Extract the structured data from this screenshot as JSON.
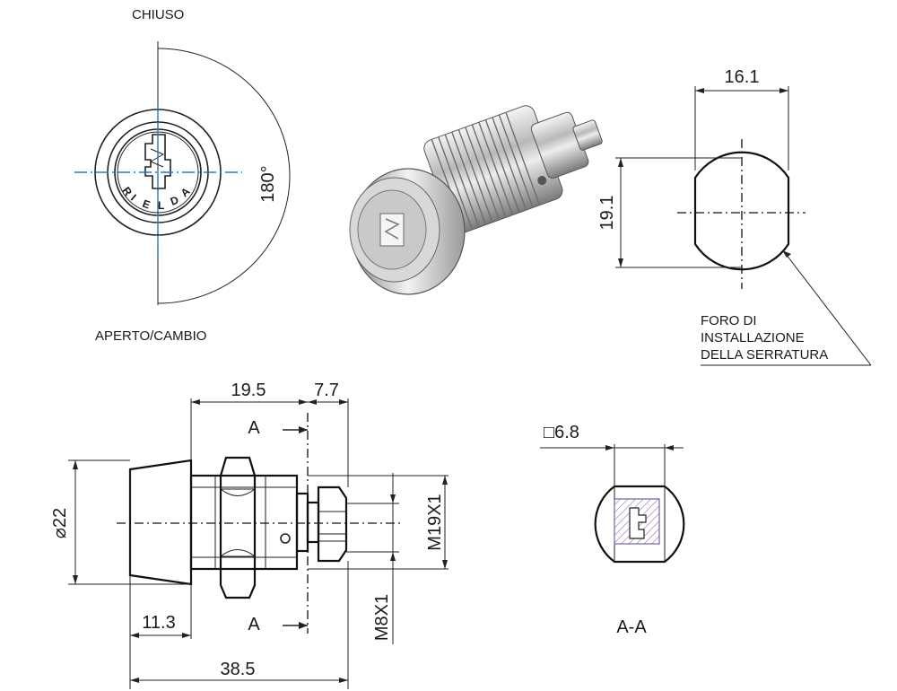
{
  "front_view": {
    "label_closed": "CHIUSO",
    "label_open": "APERTO/CAMBIO",
    "angle": "180°",
    "brand": [
      "R",
      "I",
      "E",
      "L",
      "D",
      "A"
    ]
  },
  "mounting_hole": {
    "width": "16.1",
    "height": "19.1",
    "note_line1": "FORO DI",
    "note_line2": "INSTALLAZIONE",
    "note_line3": "DELLA SERRATURA"
  },
  "side_view": {
    "dim_body": "19.5",
    "dim_tail": "7.7",
    "diameter": "⌀22",
    "thread_main": "M19X1",
    "thread_tail": "M8X1",
    "dim_head": "11.3",
    "dim_total": "38.5",
    "section_top": "A",
    "section_bottom": "A"
  },
  "section_view": {
    "square": "□6.8",
    "title": "A-A"
  },
  "colors": {
    "drawing": "#1a1a1a",
    "centerline": "#1f78c8",
    "hatch": "#7a5fa0"
  }
}
